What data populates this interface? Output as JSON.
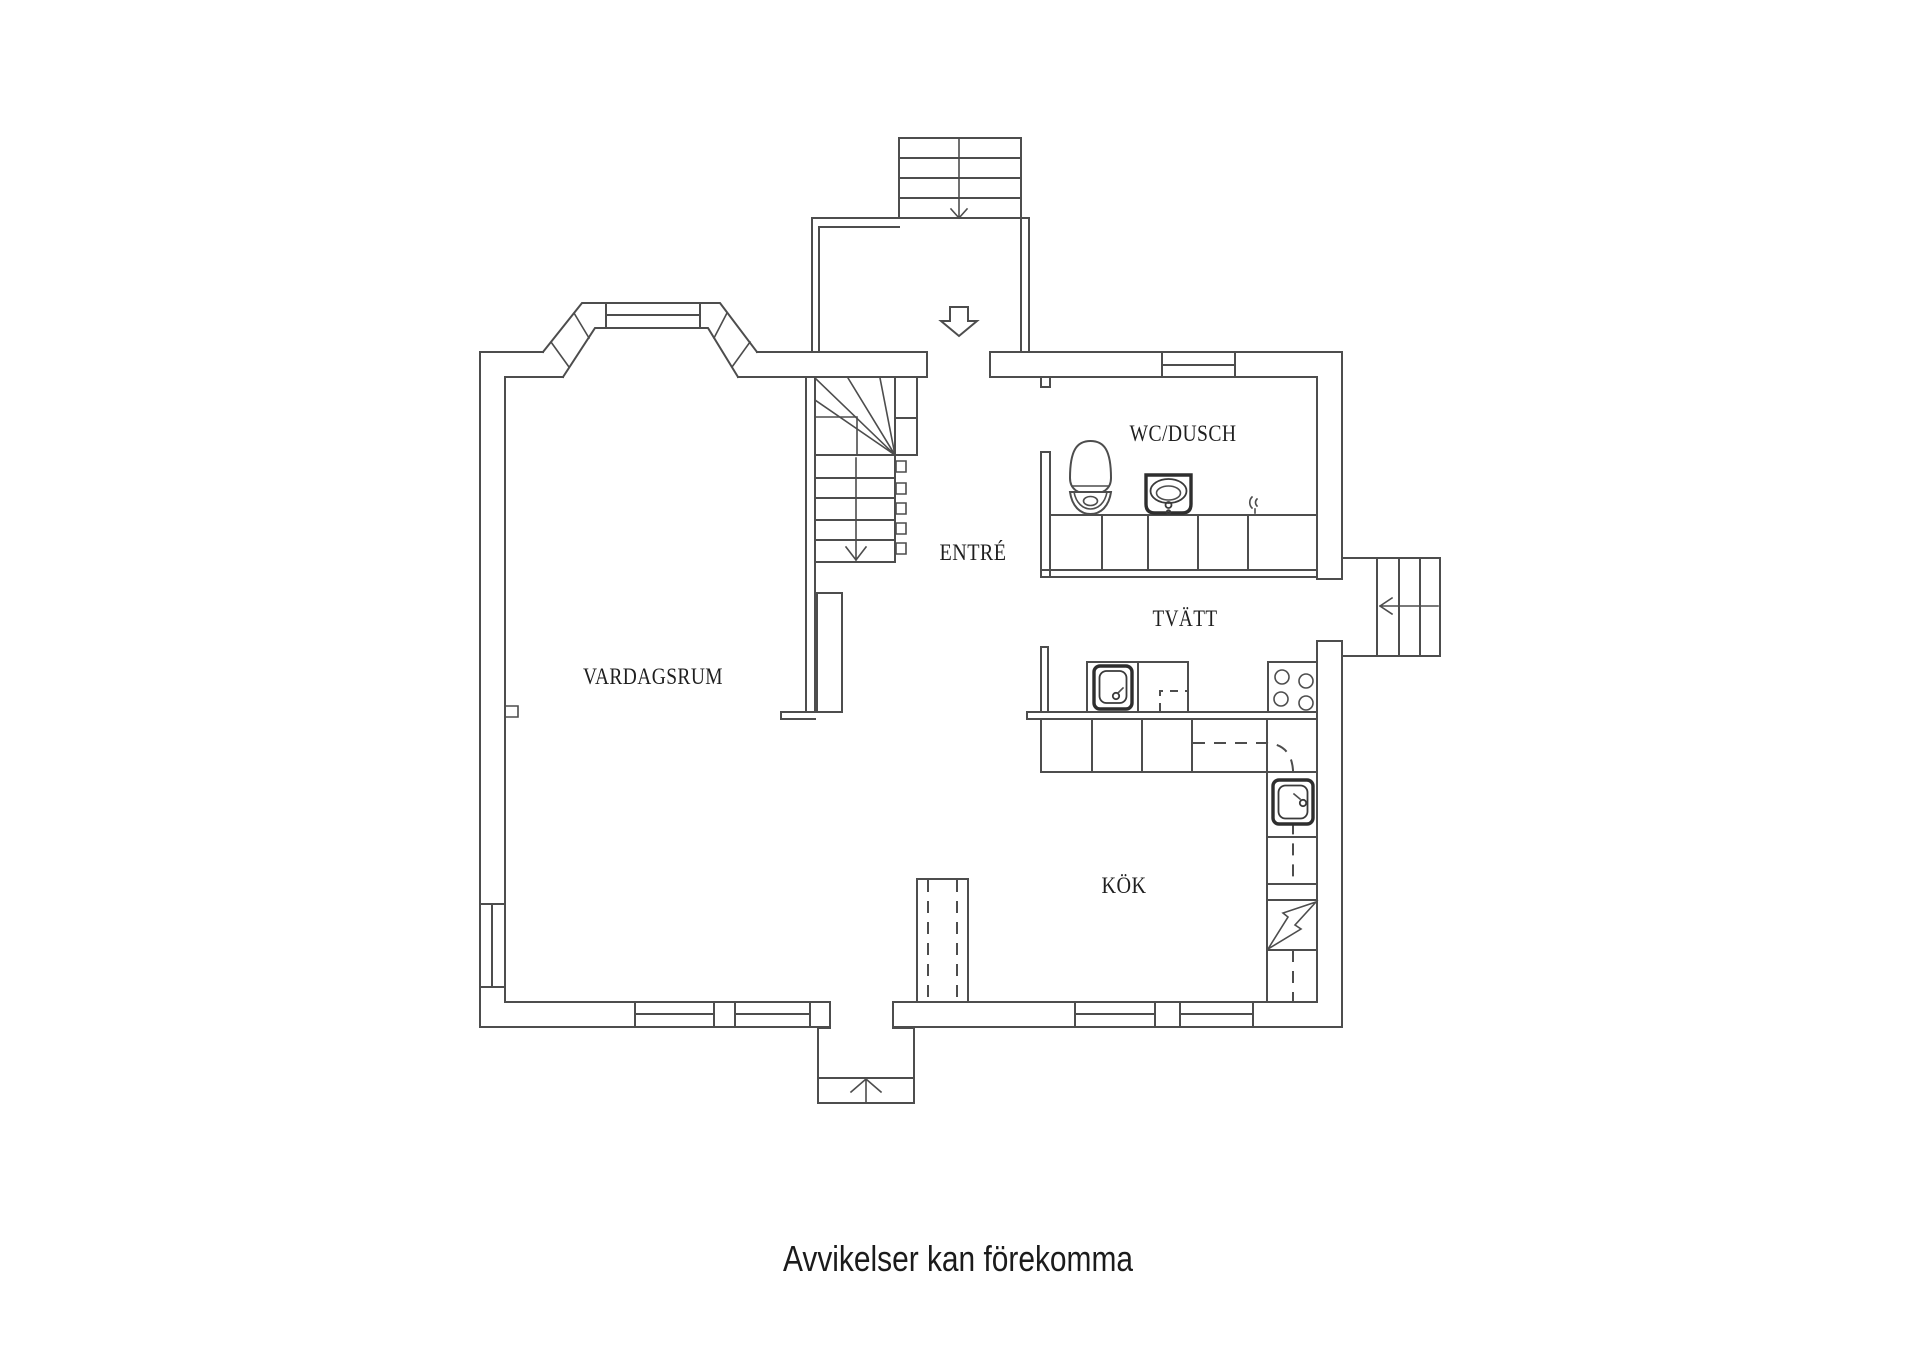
{
  "floor_plan": {
    "rooms": [
      {
        "id": "vardagsrum",
        "label": "VARDAGSRUM"
      },
      {
        "id": "entre",
        "label": "ENTRÉ"
      },
      {
        "id": "wc-dusch",
        "label": "WC/DUSCH"
      },
      {
        "id": "tvatt",
        "label": "TVÄTT"
      },
      {
        "id": "kok",
        "label": "KÖK"
      }
    ],
    "caption": "Avvikelser kan förekomma",
    "icons": [
      "toilet-icon",
      "washbasin-icon",
      "valve-icon",
      "kitchen-sink-icon",
      "kitchen-sink-2-icon",
      "stove-burners-icon",
      "dishwasher-dashed-icon",
      "lightning-bolt-icon",
      "entry-door-arrow-icon",
      "front-steps-down-arrow-icon",
      "interior-stairs-down-arrow-icon",
      "side-steps-arrow-icon",
      "back-porch-up-arrow-icon"
    ],
    "colors": {
      "background": "#ffffff",
      "line": "#4d4d4d",
      "fixture_outline": "#2e2e2e",
      "text": "#1f1f1f"
    }
  }
}
